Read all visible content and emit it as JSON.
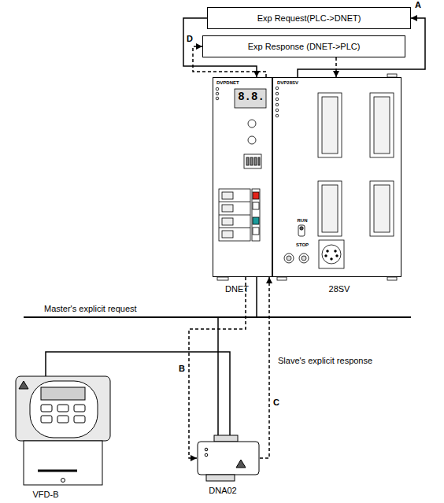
{
  "diagram": {
    "nodes": [
      {
        "text": [
          "Exp Request(PLC->DNET)"
        ]
      },
      {
        "text": [
          "Exp Response (DNET->PLC)"
        ]
      },
      {
        "text": [
          "DVPDNET",
          "8.8.",
          "DNET"
        ]
      },
      {
        "text": [
          "DVP28SV",
          "RUN",
          "STOP",
          "28SV"
        ]
      },
      {
        "text": [
          "VFD-B"
        ]
      },
      {
        "text": [
          "DNA02"
        ]
      }
    ],
    "edges": [
      {
        "from": 3,
        "to": 0,
        "arrow": "to",
        "label": "A"
      },
      {
        "from": 0,
        "to": 2,
        "arrow": "to"
      },
      {
        "from": 2,
        "to": 1,
        "arrow": "to",
        "label": "D"
      },
      {
        "from": 1,
        "to": 3,
        "arrow": "to"
      },
      {
        "from": 2,
        "to": 5,
        "arrow": "to",
        "label": "B"
      },
      {
        "from": 5,
        "to": 2,
        "arrow": "to",
        "label": "C"
      },
      {
        "from": 4,
        "to": 5,
        "arrow": "none"
      }
    ],
    "labels": [
      "Master's explicit request",
      "Slave's explicit response"
    ]
  }
}
